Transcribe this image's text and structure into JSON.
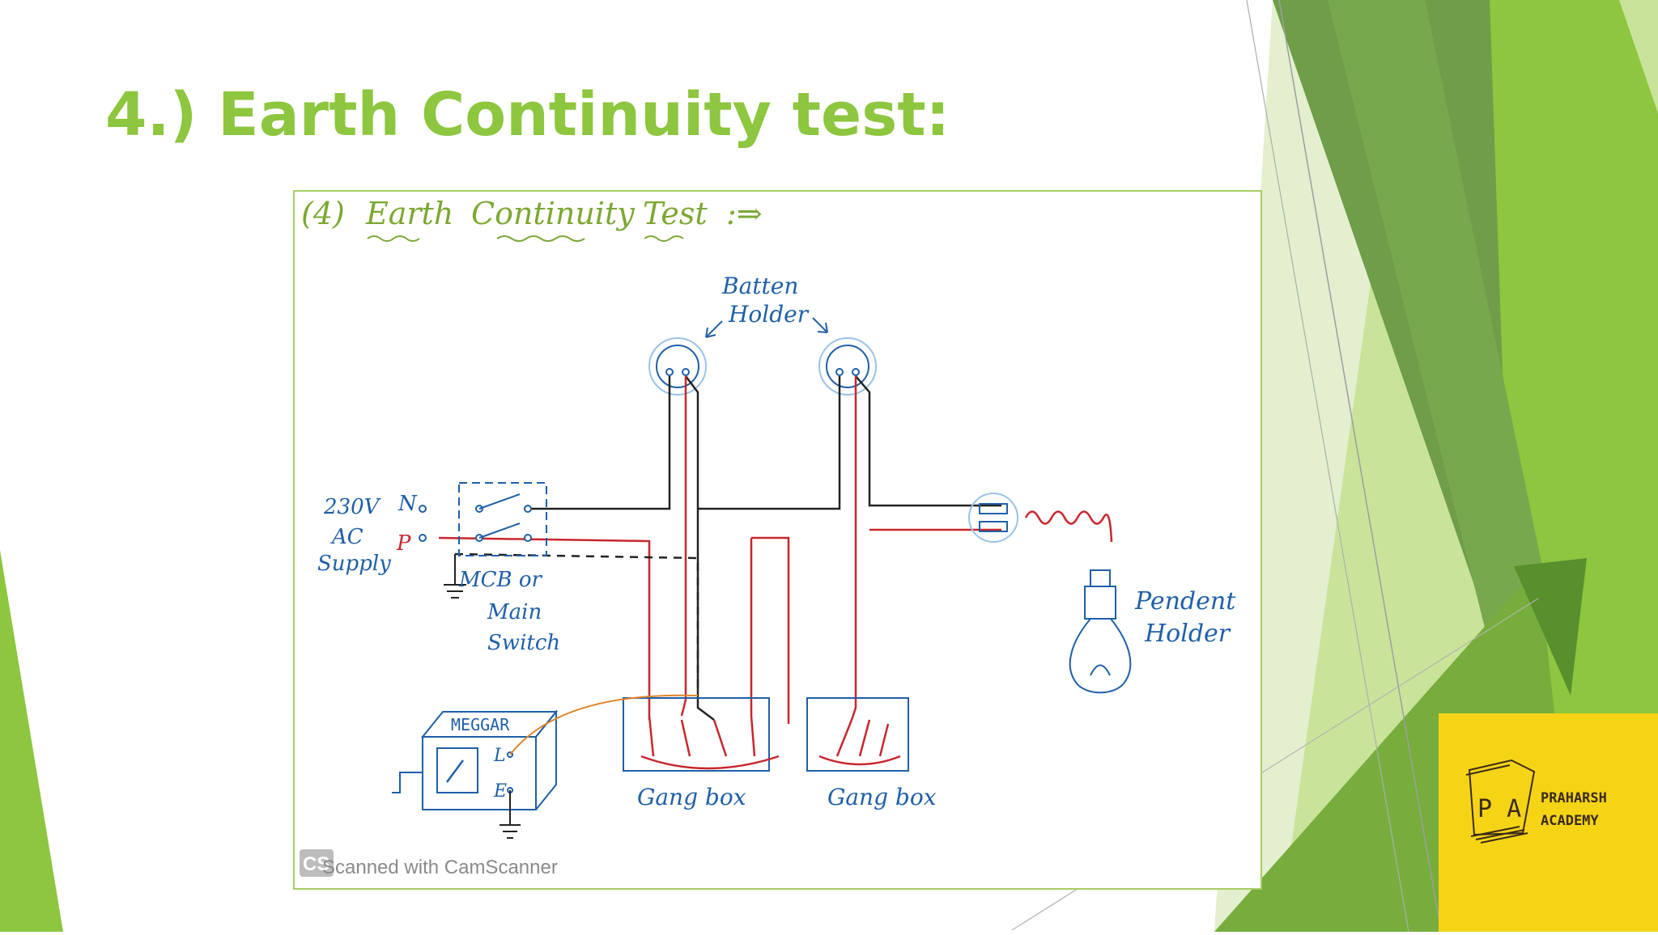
{
  "slide": {
    "title": "4.) Earth Continuity test:"
  },
  "diagram": {
    "heading": {
      "number": "(4)",
      "word1": "Earth",
      "word2": "Continuity",
      "word3": "Test",
      "arrow": ":⇒"
    },
    "labels": {
      "batten_line1": "Batten",
      "batten_line2": "Holder",
      "supply_voltage": "230V",
      "neutral": "N",
      "phase": "P",
      "ac": "AC",
      "supply": "Supply",
      "mcb_line1": "MCB or",
      "mcb_line2": "Main",
      "mcb_line3": "Switch",
      "meggar": "MEGGAR",
      "terminal_l": "L",
      "terminal_e": "E",
      "gang_box_1": "Gang box",
      "gang_box_2": "Gang box",
      "pendent_line1": "Pendent",
      "pendent_line2": "Holder"
    },
    "watermark": {
      "badge": "CS",
      "text": "Scanned with CamScanner"
    }
  },
  "logo": {
    "initials": "P A",
    "name_line1": "PRAHARSH",
    "name_line2": "ACADEMY"
  },
  "colors": {
    "title": "#8dc63f",
    "ink_blue": "#1f5fa8",
    "wire_red": "#c8262e",
    "wire_black": "#222222",
    "logo_bg": "#f5d416"
  }
}
